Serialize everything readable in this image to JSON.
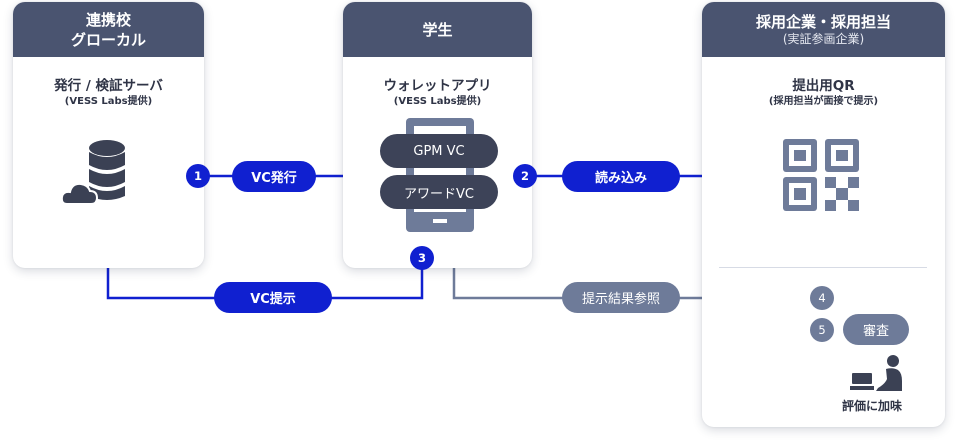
{
  "school": {
    "header_line1": "連携校",
    "header_line2": "グローカル",
    "title": "発行 / 検証サーバ",
    "note": "(VESS Labs提供)",
    "icon": "database-cloud-icon"
  },
  "student": {
    "header": "学生",
    "title": "ウォレットアプリ",
    "note": "(VESS Labs提供)",
    "icon": "smartphone-icon",
    "credentials": [
      "GPM VC",
      "アワードVC"
    ]
  },
  "company": {
    "header": "採用企業・採用担当",
    "header_sub": "(実証参画企業)",
    "title": "提出用QR",
    "note": "(採用担当が面接で提示)",
    "icon": "qr-code-icon",
    "eval_label": "評価に加味",
    "eval_icon": "person-at-laptop-icon"
  },
  "steps": [
    {
      "num": "1",
      "label": "VC発行",
      "color": "#1020d0"
    },
    {
      "num": "2",
      "label": "読み込み",
      "color": "#1020d0"
    },
    {
      "num": "3",
      "label": "VC提示",
      "color": "#1020d0"
    },
    {
      "num": "4",
      "label": "提示結果参照",
      "color": "#6e7b99"
    },
    {
      "num": "5",
      "label": "審査",
      "color": "#6e7b99"
    }
  ],
  "colors": {
    "header_bg": "#4a5470",
    "primary_blue": "#1020d0",
    "secondary_gray": "#6e7b99",
    "dark_pill": "#3d4358"
  }
}
